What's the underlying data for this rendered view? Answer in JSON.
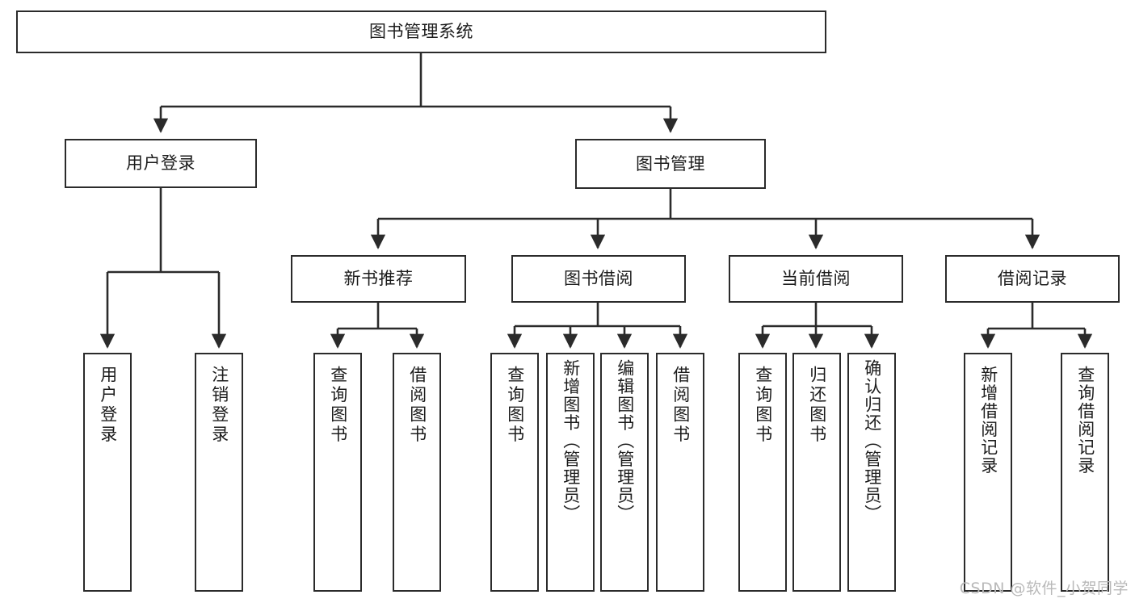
{
  "diagram": {
    "title": "图书管理系统",
    "type": "functional-structure-tree",
    "root": {
      "id": "root",
      "label": "图书管理系统"
    },
    "level2": [
      {
        "id": "user-login",
        "label": "用户登录"
      },
      {
        "id": "book-management",
        "label": "图书管理"
      }
    ],
    "level3": [
      {
        "id": "new-book-recommend",
        "label": "新书推荐",
        "parent": "book-management"
      },
      {
        "id": "book-borrow",
        "label": "图书借阅",
        "parent": "book-management"
      },
      {
        "id": "current-borrow",
        "label": "当前借阅",
        "parent": "book-management"
      },
      {
        "id": "borrow-record",
        "label": "借阅记录",
        "parent": "book-management"
      }
    ],
    "leaves": [
      {
        "id": "leaf-user-login",
        "label": "用户登录",
        "parent": "user-login"
      },
      {
        "id": "leaf-logout",
        "label": "注销登录",
        "parent": "user-login"
      },
      {
        "id": "leaf-query-book-1",
        "label": "查询图书",
        "parent": "new-book-recommend"
      },
      {
        "id": "leaf-borrow-book-1",
        "label": "借阅图书",
        "parent": "new-book-recommend"
      },
      {
        "id": "leaf-query-book-2",
        "label": "查询图书",
        "parent": "book-borrow"
      },
      {
        "id": "leaf-add-book",
        "label": "新增图书（管理员）",
        "parent": "book-borrow"
      },
      {
        "id": "leaf-edit-book",
        "label": "编辑图书（管理员）",
        "parent": "book-borrow"
      },
      {
        "id": "leaf-borrow-book-2",
        "label": "借阅图书",
        "parent": "book-borrow"
      },
      {
        "id": "leaf-query-book-3",
        "label": "查询图书",
        "parent": "current-borrow"
      },
      {
        "id": "leaf-return-book",
        "label": "归还图书",
        "parent": "current-borrow"
      },
      {
        "id": "leaf-confirm-return",
        "label": "确认归还（管理员）",
        "parent": "current-borrow"
      },
      {
        "id": "leaf-add-record",
        "label": "新增借阅记录",
        "parent": "borrow-record"
      },
      {
        "id": "leaf-query-record",
        "label": "查询借阅记录",
        "parent": "borrow-record"
      }
    ]
  },
  "watermark": {
    "text": "CSDN @软件_小贺同学"
  },
  "colors": {
    "stroke": "#2b2b2b",
    "background": "#ffffff",
    "text": "#1c1c1c",
    "watermark": "#b9b9b9"
  }
}
